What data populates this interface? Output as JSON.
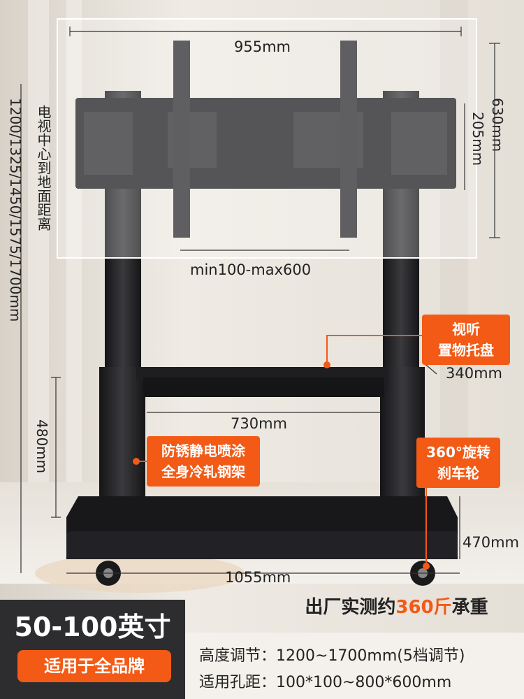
{
  "dimensions": {
    "width_top": "955mm",
    "height_total": "630mm",
    "height_bracket": "205mm",
    "vesa_range": "min100-max600",
    "tray_depth": "340mm",
    "tray_width": "730mm",
    "column_height": "480mm",
    "base_depth": "470mm",
    "base_width": "1055mm",
    "center_height_label": "电视中心到地面距离",
    "center_height_values": "1200/1325/1450/1575/1700mm"
  },
  "callouts": {
    "tray_line1": "视听",
    "tray_line2": "置物托盘",
    "frame_line1": "防锈静电喷涂",
    "frame_line2": "全身冷轧钢架",
    "wheel_line1": "360°旋转",
    "wheel_line2": "刹车轮"
  },
  "capacity": {
    "prefix": "出厂实测约",
    "highlight": "360斤",
    "suffix": "承重"
  },
  "size": {
    "title": "50-100英寸",
    "brand_badge": "适用于全品牌"
  },
  "specs": {
    "height_label": "高度调节：",
    "height_value": "1200~1700mm(5档调节)",
    "hole_label": "适用孔距：",
    "hole_value": "100*100~800*600mm"
  },
  "colors": {
    "accent": "#f25a16",
    "dark_panel": "#2d2d30",
    "steel": "#1f1f22"
  }
}
